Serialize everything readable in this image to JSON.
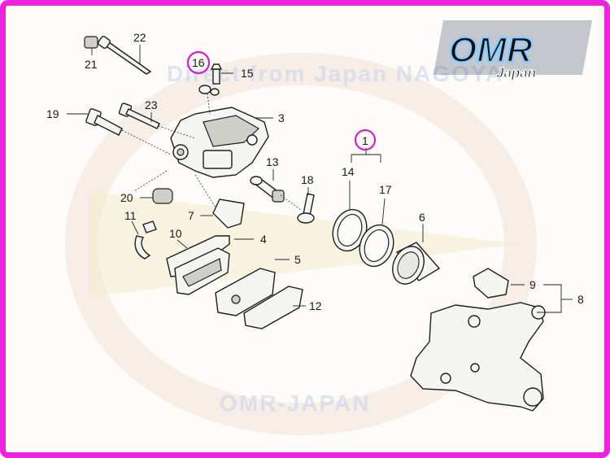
{
  "logo": {
    "main": "OMR",
    "sub": "Japan"
  },
  "watermark": {
    "top": "Direct from Japan NAGOYA",
    "bottom": "OMR-JAPAN"
  },
  "colors": {
    "frame": "#ee22dd",
    "highlight": "#cc22cc",
    "logo_fill": "#111111",
    "logo_glow": "#8ecbff"
  },
  "labels": [
    "1",
    "3",
    "4",
    "5",
    "6",
    "7",
    "8",
    "9",
    "10",
    "11",
    "12",
    "13",
    "14",
    "15",
    "16",
    "17",
    "18",
    "19",
    "20",
    "21",
    "22",
    "23"
  ],
  "highlighted": [
    "16",
    "1"
  ]
}
